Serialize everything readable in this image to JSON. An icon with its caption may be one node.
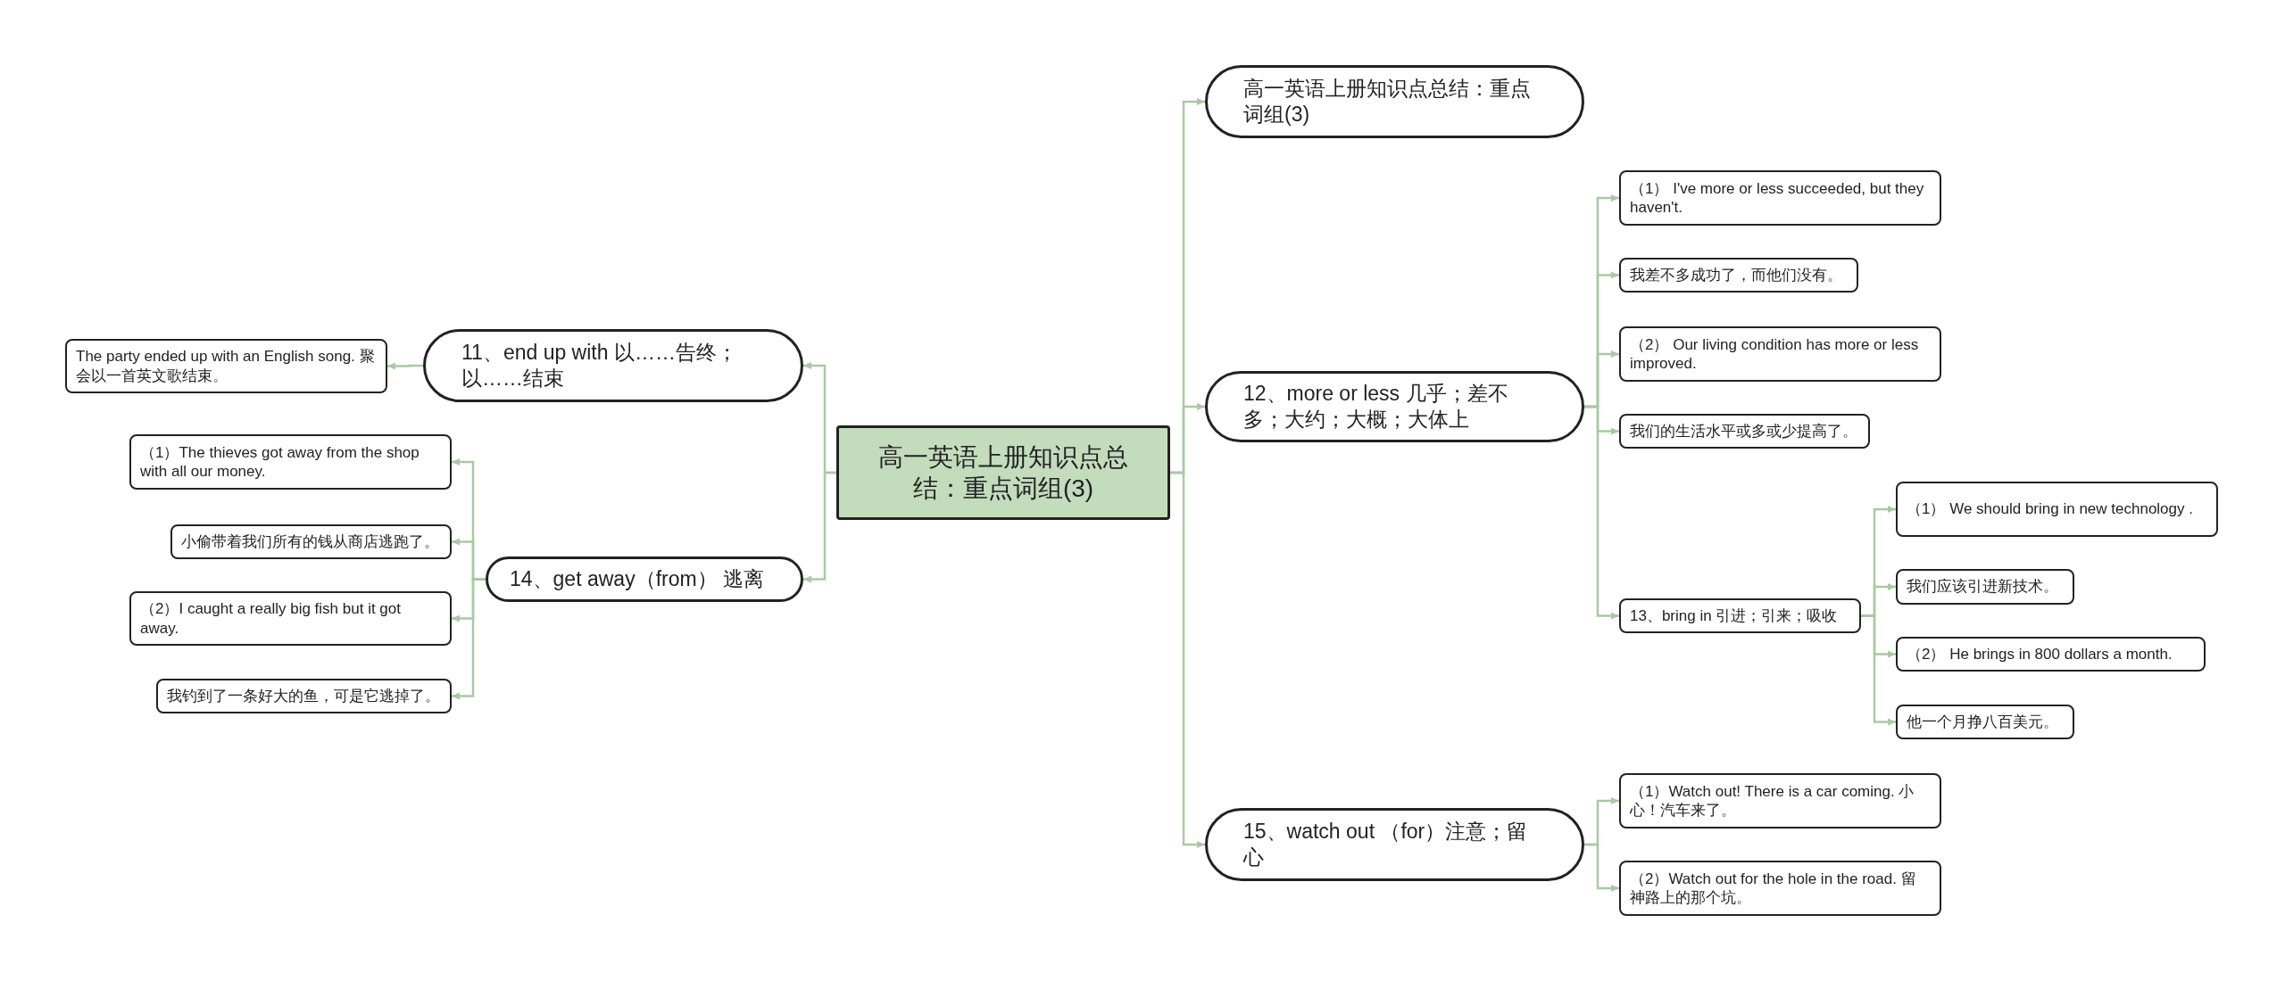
{
  "diagram": {
    "nodes": [
      {
        "text": [
          "高一英语上册知识点总结：重点词组(3)"
        ]
      },
      {
        "text": [
          "高一英语上册知识点总结：重点词组(3)"
        ]
      },
      {
        "text": [
          "12、more or less 几乎；差不多；大约；大概；大体上"
        ]
      },
      {
        "text": [
          "（1） I've more or less succeeded, but they haven't."
        ]
      },
      {
        "text": [
          "我差不多成功了，而他们没有。"
        ]
      },
      {
        "text": [
          "（2） Our living condition has more or less improved."
        ]
      },
      {
        "text": [
          "我们的生活水平或多或少提高了。"
        ]
      },
      {
        "text": [
          "13、bring in 引进；引来；吸收"
        ]
      },
      {
        "text": [
          "（1） We should bring in new technology ."
        ]
      },
      {
        "text": [
          "我们应该引进新技术。"
        ]
      },
      {
        "text": [
          "（2） He brings in 800 dollars a month."
        ]
      },
      {
        "text": [
          "他一个月挣八百美元。"
        ]
      },
      {
        "text": [
          "15、watch out （for）注意；留心"
        ]
      },
      {
        "text": [
          "（1）Watch out! There is a car coming. 小心！汽车来了。"
        ]
      },
      {
        "text": [
          "（2）Watch out for the hole in the road. 留神路上的那个坑。"
        ]
      },
      {
        "text": [
          "11、end up with 以……告终；以……结束"
        ]
      },
      {
        "text": [
          "The party ended up with an English song. 聚会以一首英文歌结束。"
        ]
      },
      {
        "text": [
          "14、get away（from） 逃离"
        ]
      },
      {
        "text": [
          "（1）The thieves got away from the shop with all our money."
        ]
      },
      {
        "text": [
          "小偷带着我们所有的钱从商店逃跑了。"
        ]
      },
      {
        "text": [
          "（2）I caught a really big fish but it got away."
        ]
      },
      {
        "text": [
          "我钓到了一条好大的鱼，可是它逃掉了。"
        ]
      }
    ],
    "edges": [
      {
        "from": 0,
        "to": 1,
        "arrow": "to"
      },
      {
        "from": 0,
        "to": 2,
        "arrow": "to"
      },
      {
        "from": 2,
        "to": 3,
        "arrow": "to"
      },
      {
        "from": 2,
        "to": 4,
        "arrow": "to"
      },
      {
        "from": 2,
        "to": 5,
        "arrow": "to"
      },
      {
        "from": 2,
        "to": 6,
        "arrow": "to"
      },
      {
        "from": 2,
        "to": 7,
        "arrow": "to"
      },
      {
        "from": 7,
        "to": 8,
        "arrow": "to"
      },
      {
        "from": 7,
        "to": 9,
        "arrow": "to"
      },
      {
        "from": 7,
        "to": 10,
        "arrow": "to"
      },
      {
        "from": 7,
        "to": 11,
        "arrow": "to"
      },
      {
        "from": 0,
        "to": 12,
        "arrow": "to"
      },
      {
        "from": 12,
        "to": 13,
        "arrow": "to"
      },
      {
        "from": 12,
        "to": 14,
        "arrow": "to"
      },
      {
        "from": 0,
        "to": 15,
        "arrow": "to"
      },
      {
        "from": 15,
        "to": 16,
        "arrow": "to"
      },
      {
        "from": 0,
        "to": 17,
        "arrow": "to"
      },
      {
        "from": 17,
        "to": 18,
        "arrow": "to"
      },
      {
        "from": 17,
        "to": 19,
        "arrow": "to"
      },
      {
        "from": 17,
        "to": 20,
        "arrow": "to"
      },
      {
        "from": 17,
        "to": 21,
        "arrow": "to"
      }
    ]
  }
}
